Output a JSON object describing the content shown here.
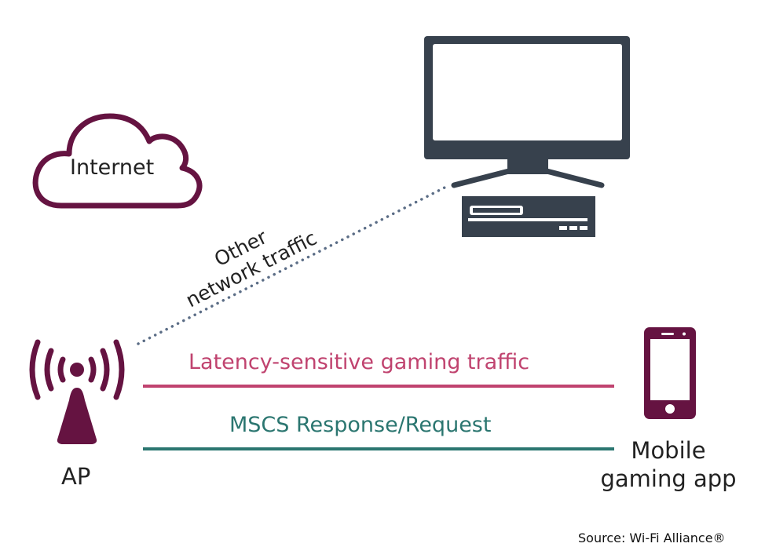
{
  "nodes": {
    "internet": {
      "label": "Internet",
      "icon": "cloud-icon"
    },
    "pc": {
      "icon": "desktop-computer-icon"
    },
    "ap": {
      "label": "AP",
      "icon": "wireless-access-point-icon"
    },
    "mobile": {
      "label_line1": "Mobile",
      "label_line2": "gaming app",
      "icon": "smartphone-icon"
    }
  },
  "links": [
    {
      "id": "other",
      "label_line1": "Other",
      "label_line2": "network traffic",
      "style": "dotted",
      "color": "#5b6d86"
    },
    {
      "id": "gaming",
      "label": "Latency-sensitive gaming traffic",
      "style": "solid",
      "color": "#c0436f"
    },
    {
      "id": "mscs",
      "label": "MSCS Response/Request",
      "style": "solid",
      "color": "#2b7670"
    }
  ],
  "colors": {
    "brand": "#651341",
    "device": "#37414d"
  },
  "source": "Source: Wi-Fi Alliance®"
}
